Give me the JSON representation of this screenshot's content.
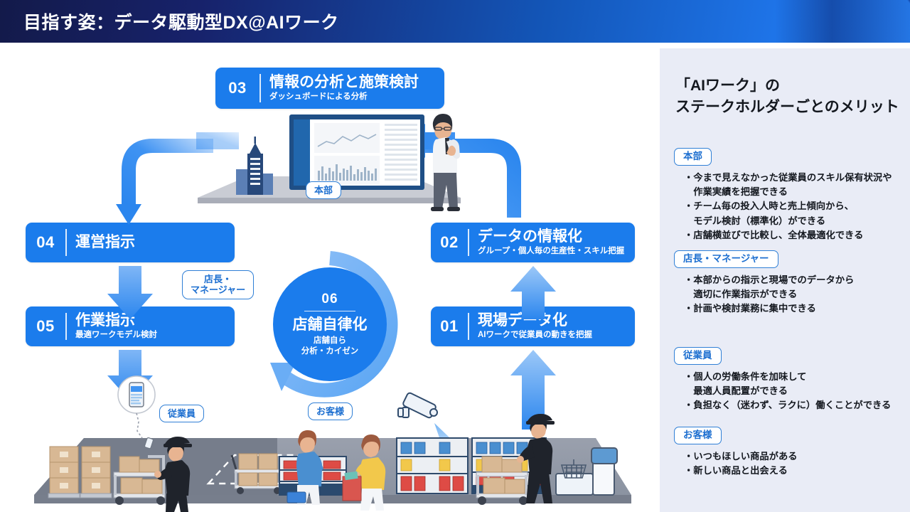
{
  "header": {
    "title": "目指す姿：データ駆動型DX@AIワーク"
  },
  "sidebar": {
    "title": "「AIワーク」の\nステークホルダーごとのメリット",
    "groups": [
      {
        "chip": "本部",
        "items": [
          "・今まで見えなかった従業員のスキル保有状況や\n　作業実績を把握できる",
          "・チーム毎の投入人時と売上傾向から、\n　モデル検討（標準化）ができる",
          "・店舗横並びで比較し、全体最適化できる"
        ]
      },
      {
        "chip": "店長・マネージャー",
        "items": [
          "・本部からの指示と現場でのデータから\n　適切に作業指示ができる",
          "・計画や検討業務に集中できる"
        ]
      },
      {
        "chip": "従業員",
        "items": [
          "・個人の労働条件を加味して\n　最適人員配置ができる",
          "・負担なく（迷わず、ラクに）働くことができる"
        ]
      },
      {
        "chip": "お客様",
        "items": [
          "・いつもほしい商品がある",
          "・新しい商品と出会える"
        ]
      }
    ]
  },
  "diagram": {
    "steps": {
      "s01": {
        "num": "01",
        "title": "現場データ化",
        "sub": "AIワークで従業員の動きを把握"
      },
      "s02": {
        "num": "02",
        "title": "データの情報化",
        "sub": "グループ・個人毎の生産性・スキル把握"
      },
      "s03": {
        "num": "03",
        "title": "情報の分析と施策検討",
        "sub": "ダッシュボードによる分析"
      },
      "s04": {
        "num": "04",
        "title": "運営指示",
        "sub": ""
      },
      "s05": {
        "num": "05",
        "title": "作業指示",
        "sub": "最適ワークモデル検討"
      }
    },
    "center": {
      "num": "06",
      "title": "店舗自律化",
      "sub": "店舗自ら\n分析・カイゼン"
    },
    "callouts": {
      "honbu": "本部",
      "tencho": "店長・\nマネージャー",
      "jugyoin": "従業員",
      "okyaku": "お客様"
    }
  },
  "colors": {
    "accent_blue": "#1b7cec",
    "header_navy": "#131a4a",
    "sidebar_bg": "#e9ecf6",
    "chip_border": "#2f7fd6",
    "chip_text": "#1d6fd0"
  }
}
